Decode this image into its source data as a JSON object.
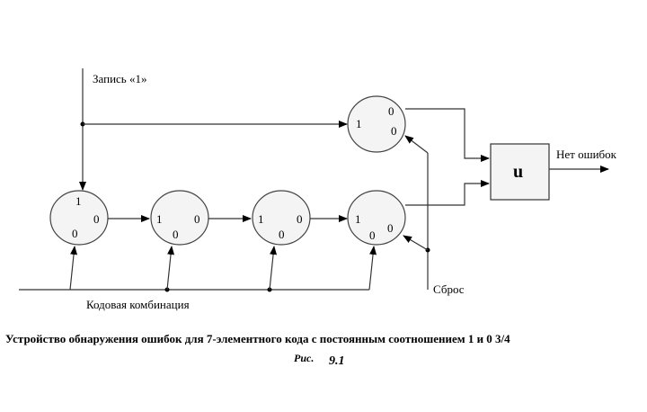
{
  "labels": {
    "write_one": "Запись «1»",
    "no_errors": "Нет ошибок",
    "reset": "Сброс",
    "code_combination": "Кодовая комбинация",
    "gate": "u"
  },
  "caption": {
    "text": "Устройство обнаружения ошибок для 7-элементного кода с постоянным соотношением 1 и 0  3/4",
    "fig_prefix": "Рис.",
    "fig_number": "9.1"
  },
  "cells": [
    {
      "name": "cell-1",
      "bits": [
        "1",
        "0",
        "0"
      ]
    },
    {
      "name": "cell-2",
      "bits": [
        "1",
        "0",
        "0"
      ]
    },
    {
      "name": "cell-3",
      "bits": [
        "1",
        "0",
        "0"
      ]
    },
    {
      "name": "cell-4",
      "bits": [
        "1",
        "0",
        "0"
      ]
    },
    {
      "name": "cell-top",
      "bits": [
        "1",
        "0",
        "0"
      ]
    }
  ]
}
